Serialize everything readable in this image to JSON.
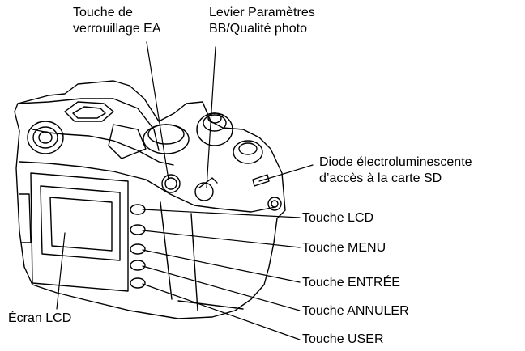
{
  "labels": {
    "ae_lock": {
      "line1": "Touche de",
      "line2": "verrouillage EA"
    },
    "wb_lever": {
      "line1": "Levier Paramètres",
      "line2": "BB/Qualité photo"
    },
    "sd_led": {
      "line1": "Diode électroluminescente",
      "line2": "d’accès à la carte SD"
    },
    "lcd_button": "Touche LCD",
    "menu_button": "Touche MENU",
    "enter_button": "Touche ENTRÉE",
    "cancel_button": "Touche ANNULER",
    "user_button": "Touche USER",
    "lcd_screen": "Écran LCD"
  }
}
